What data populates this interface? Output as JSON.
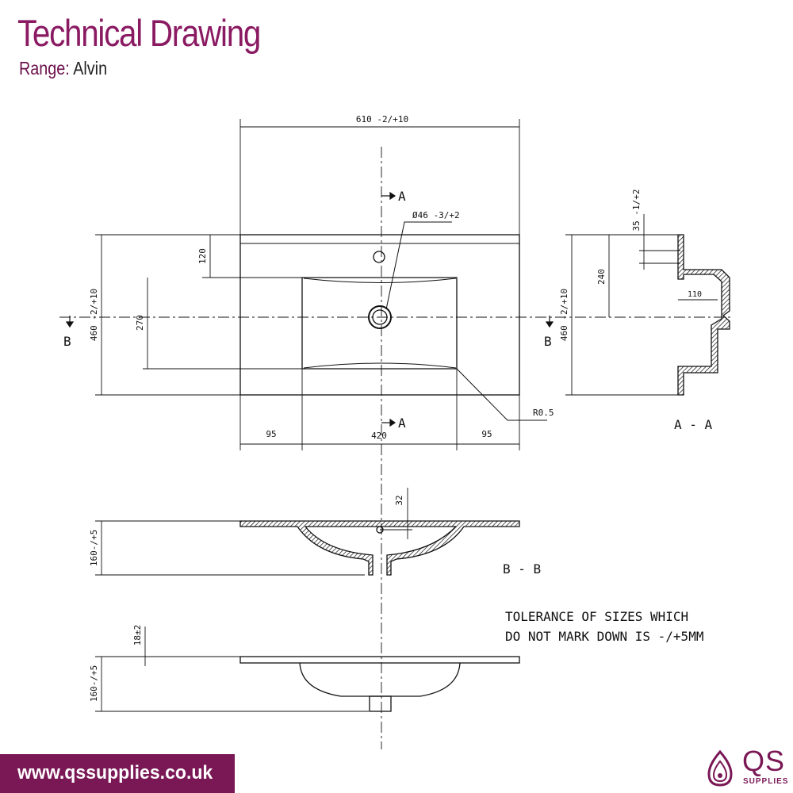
{
  "header": {
    "title": "Technical Drawing",
    "range_label": "Range:",
    "range_value": "Alvin"
  },
  "dimensions": {
    "overall_width": "610 -2/+10",
    "tap_hole": "Ø46 -3/+2",
    "depth_plan": "460 -2/+10",
    "depth_section": "460 -2/+10",
    "front_to_bowl": "120",
    "bowl_depth": "270",
    "left_margin": "95",
    "bowl_width": "420",
    "right_margin": "95",
    "radius": "R0.5",
    "rim": "35 -1/+2",
    "rim_to_waste": "240",
    "waste_offset": "110",
    "overflow": "32",
    "height_bb": "160-/+5",
    "height_side": "160-/+5",
    "lip": "18±2"
  },
  "section_markers": {
    "a": "A",
    "b": "B",
    "aa_label": "A - A",
    "bb_label": "B - B"
  },
  "notes": {
    "tolerance_line1": "TOLERANCE OF SIZES WHICH",
    "tolerance_line2": "DO NOT MARK DOWN IS -/+5MM"
  },
  "footer": {
    "url": "www.qssupplies.co.uk",
    "logo_name": "QS",
    "logo_sub": "SUPPLIES"
  },
  "colors": {
    "brand": "#7a1856",
    "title": "#8a1a62"
  }
}
